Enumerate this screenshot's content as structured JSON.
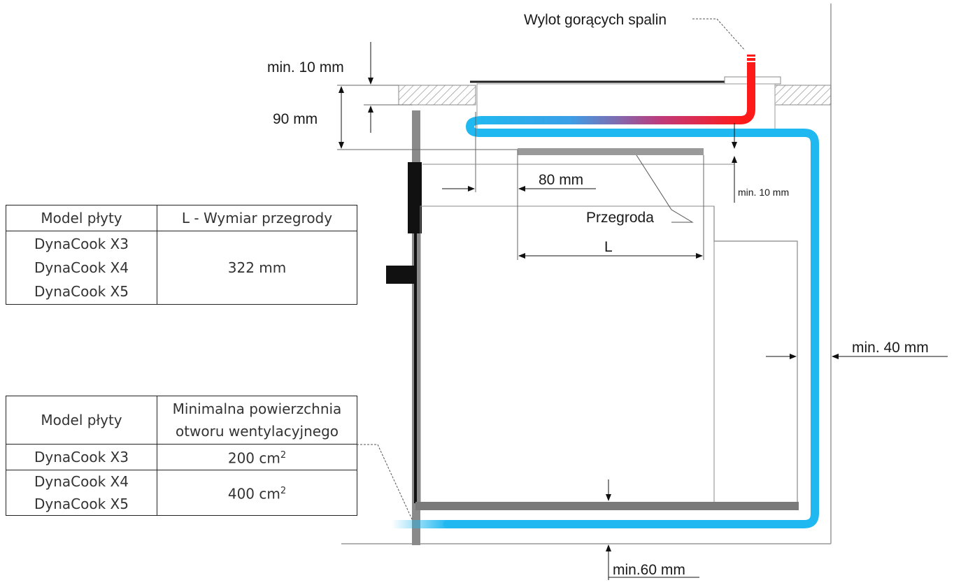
{
  "labels": {
    "exhaust": "Wylot gorących spalin",
    "min10_top": "min. 10 mm",
    "h90": "90 mm",
    "w80": "80 mm",
    "min10_right": "min. 10 mm",
    "partition": "Przegroda",
    "L": "L",
    "min40": "min. 40 mm",
    "min60": "min.60 mm"
  },
  "table_partition": {
    "header_model": "Model płyty",
    "header_dim": "L - Wymiar przegrody",
    "models": [
      "DynaCook X3",
      "DynaCook X4",
      "DynaCook X5"
    ],
    "value": "322 mm"
  },
  "table_vent": {
    "header_model": "Model płyty",
    "header_area_line1": "Minimalna powierzchnia",
    "header_area_line2": "otworu wentylacyjnego",
    "rows": [
      {
        "models": [
          "DynaCook X3"
        ],
        "area": "200 cm",
        "unit_sup": "2"
      },
      {
        "models": [
          "DynaCook X4",
          "DynaCook X5"
        ],
        "area": "400 cm",
        "unit_sup": "2"
      }
    ]
  },
  "colors": {
    "cold_air": "#20b8f0",
    "hot_air": "#ff1a1a",
    "hatch": "#9a9a9a",
    "frame": "#7a7a7a"
  }
}
